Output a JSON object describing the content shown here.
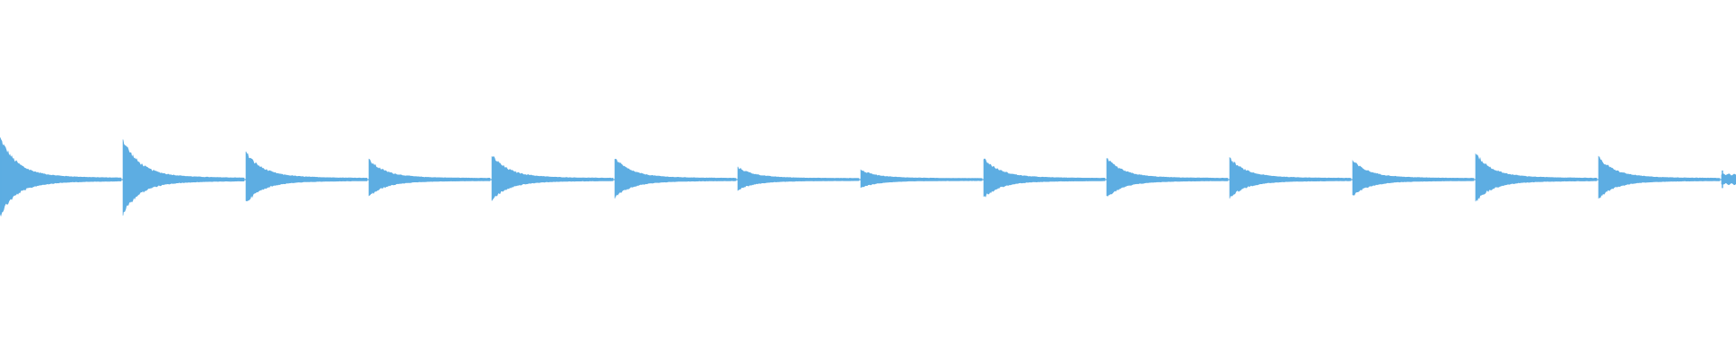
{
  "waveform": {
    "color": "#5DADE2",
    "background": "#ffffff",
    "onset_count": 15,
    "onsets": [
      {
        "index": 1,
        "amplitude": 0.88
      },
      {
        "index": 2,
        "amplitude": 0.84
      },
      {
        "index": 3,
        "amplitude": 0.56
      },
      {
        "index": 4,
        "amplitude": 0.4
      },
      {
        "index": 5,
        "amplitude": 0.5
      },
      {
        "index": 6,
        "amplitude": 0.43
      },
      {
        "index": 7,
        "amplitude": 0.24
      },
      {
        "index": 8,
        "amplitude": 0.18
      },
      {
        "index": 9,
        "amplitude": 0.43
      },
      {
        "index": 10,
        "amplitude": 0.43
      },
      {
        "index": 11,
        "amplitude": 0.43
      },
      {
        "index": 12,
        "amplitude": 0.38
      },
      {
        "index": 13,
        "amplitude": 0.53
      },
      {
        "index": 14,
        "amplitude": 0.45
      },
      {
        "index": 15,
        "amplitude": 0.22
      }
    ]
  }
}
